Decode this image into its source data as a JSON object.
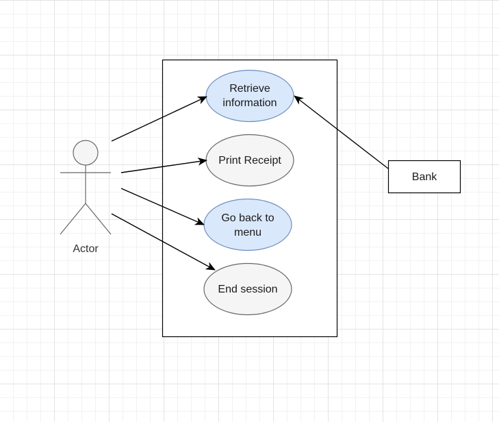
{
  "diagram": {
    "actor": {
      "label": "Actor"
    },
    "use_cases": [
      {
        "label": "Retrieve information",
        "fill": "#dae8fc",
        "stroke": "#6c8ebf"
      },
      {
        "label": "Print Receipt",
        "fill": "#f5f5f5",
        "stroke": "#666666"
      },
      {
        "label": "Go back to menu",
        "fill": "#dae8fc",
        "stroke": "#6c8ebf"
      },
      {
        "label": "End session",
        "fill": "#f5f5f5",
        "stroke": "#666666"
      }
    ],
    "bank": {
      "label": "Bank"
    },
    "colors": {
      "line": "#000000",
      "actor_stroke": "#666666",
      "actor_fill": "#f5f5f5"
    }
  }
}
